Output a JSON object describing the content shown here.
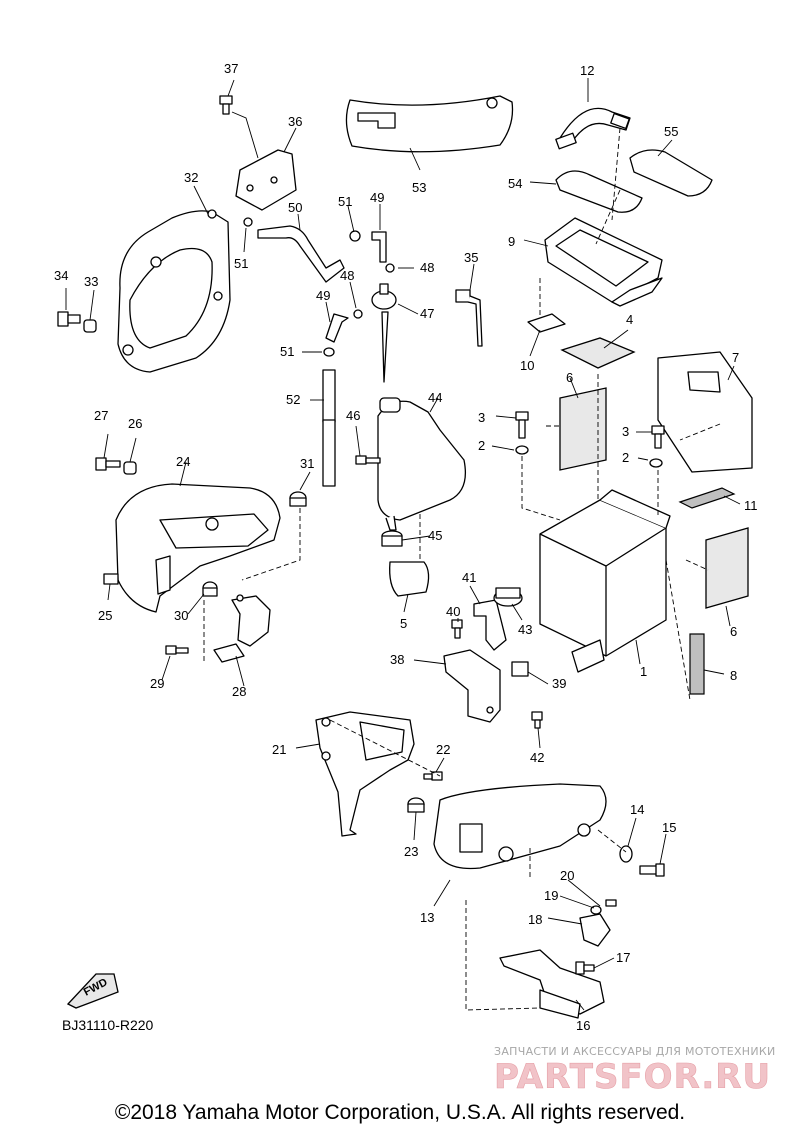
{
  "figure_code": "BJ31110-R220",
  "fwd_label": "FWD",
  "copyright": "©2018 Yamaha Motor Corporation, U.S.A. All rights reserved.",
  "watermark": {
    "subtitle": "ЗАПЧАСТИ И АКСЕССУАРЫ ДЛЯ МОТОТЕХНИКИ",
    "logo": "PARTSFOR.RU"
  },
  "callouts": [
    "1",
    "2",
    "3",
    "4",
    "5",
    "6",
    "7",
    "8",
    "9",
    "10",
    "11",
    "12",
    "13",
    "14",
    "15",
    "16",
    "17",
    "18",
    "19",
    "20",
    "21",
    "22",
    "23",
    "24",
    "25",
    "26",
    "27",
    "28",
    "29",
    "30",
    "31",
    "32",
    "33",
    "34",
    "35",
    "36",
    "37",
    "38",
    "39",
    "40",
    "41",
    "42",
    "43",
    "44",
    "45",
    "46",
    "47",
    "48",
    "49",
    "50",
    "51",
    "52",
    "53",
    "54",
    "55"
  ]
}
